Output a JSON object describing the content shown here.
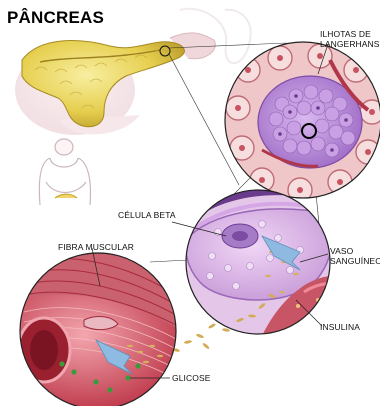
{
  "title": "PÂNCREAS",
  "labels": {
    "islets_line1": "ILHOTAS DE",
    "islets_line2": "LANGERHANS",
    "beta_cell": "CÉLULA BETA",
    "blood_vessel_line1": "VASO",
    "blood_vessel_line2": "SANGUÍNEO",
    "insulin": "INSULINA",
    "muscle_fiber": "FIBRA MUSCULAR",
    "glucose": "GLICOSE"
  },
  "colors": {
    "pancreas": "#e9d45a",
    "islet_purple": "#b58ad6",
    "tissue_pink": "#e8b7bf",
    "muscle_red": "#c8374a",
    "insulin_granule": "#d8b25a",
    "glucose_green": "#3c9a3a",
    "vessel_blue": "#8fb8de"
  },
  "icons": [
    "magnifier-circle",
    "human-torso-outline"
  ]
}
